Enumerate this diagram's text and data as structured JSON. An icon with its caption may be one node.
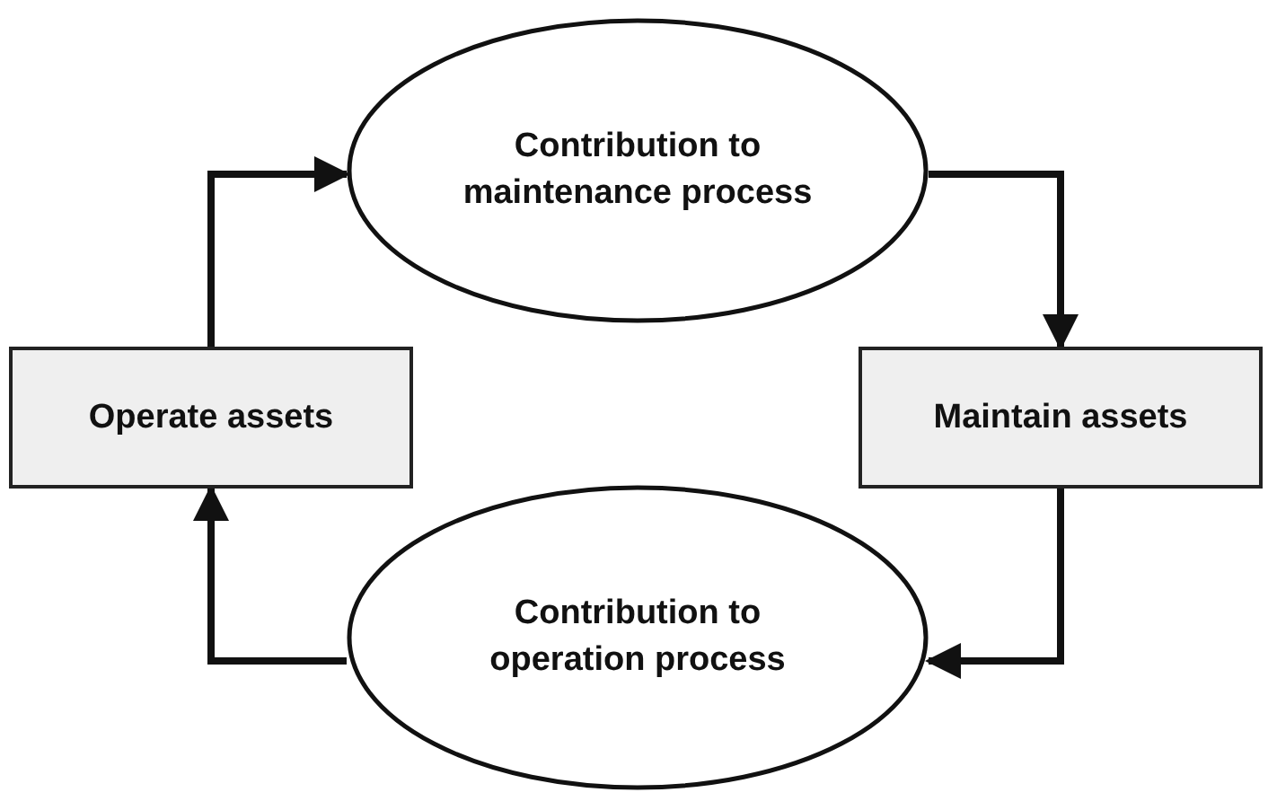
{
  "diagram": {
    "nodes": [
      {
        "text": [
          "Contribution to maintenance process"
        ]
      },
      {
        "text": [
          "Operate assets"
        ]
      },
      {
        "text": [
          "Maintain assets"
        ]
      },
      {
        "text": [
          "Contribution to operation process"
        ]
      }
    ],
    "edges": [
      {
        "from": 1,
        "to": 0,
        "arrow": "to"
      },
      {
        "from": 0,
        "to": 2,
        "arrow": "to"
      },
      {
        "from": 2,
        "to": 3,
        "arrow": "to"
      },
      {
        "from": 3,
        "to": 1,
        "arrow": "to"
      }
    ]
  }
}
